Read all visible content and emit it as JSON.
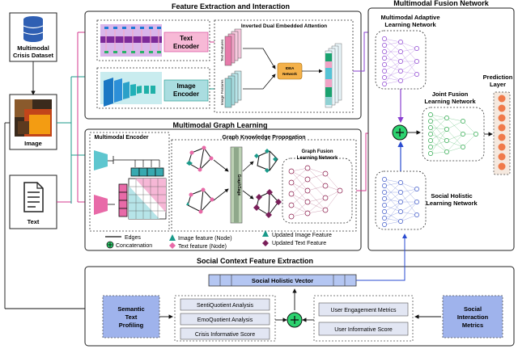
{
  "titles": {
    "feature_extraction": "Feature Extraction and Interaction",
    "fusion_network": "Multimodal Fusion Network",
    "graph_learning": "Multimodal Graph Learning",
    "social_context": "Social Context Feature Extraction"
  },
  "inputs": {
    "dataset": [
      "Multimodal",
      "Crisis Dataset"
    ],
    "image": "Image",
    "text": "Text"
  },
  "encoders": {
    "text_encoder": [
      "Text",
      "Encoder"
    ],
    "image_encoder": [
      "Image",
      "Encoder"
    ],
    "multimodal_encoder": "Multimodal Encoder"
  },
  "attention": {
    "title": "Inverted Dual Embedded Attention",
    "text_features": "Text Features",
    "image_features": "Image Features",
    "idea_network": [
      "IDEA",
      "Network"
    ]
  },
  "graph": {
    "knowledge_title": "Graph Knowledge Propogation",
    "graphsage": "GraphSage",
    "fusion_title": [
      "Graph Fusion",
      "Learning Network"
    ]
  },
  "legend": {
    "edges": "Edges",
    "concatenation": "Concatenation",
    "image_node": "Image feature (Node)",
    "text_node": "Text feature (Node)",
    "updated_image": "Updated Image Feature",
    "updated_text": "Updated Text Feature"
  },
  "fusion": {
    "adaptive": [
      "Multimodal Adaptive",
      "Learning Network"
    ],
    "joint": [
      "Joint Fusion",
      "Learning Network"
    ],
    "prediction": [
      "Prediction",
      "Layer"
    ],
    "social_holistic": [
      "Social Holistic",
      "Learning Network"
    ]
  },
  "social": {
    "vector_title": "Social Holistic Vector",
    "semantic": [
      "Semantic",
      "Text",
      "Profiling"
    ],
    "senti": "SentiQuotient Analysis",
    "emo": "EmoQuotient Analysis",
    "crisis": "Crisis Informative Score",
    "engagement": "User Engagement Metrics",
    "informative": "User Informative Score",
    "interaction": [
      "Social",
      "Interaction",
      "Metrics"
    ]
  },
  "colors": {
    "pink": "#d4388f",
    "teal": "#1a9a8a",
    "blue_box": "#9fb3ec",
    "green_circle": "#2cd26f",
    "purple": "#8a3fd0",
    "green_net": "#2aa84a",
    "blue_net": "#3a55c8",
    "orange": "#f07a4a"
  }
}
